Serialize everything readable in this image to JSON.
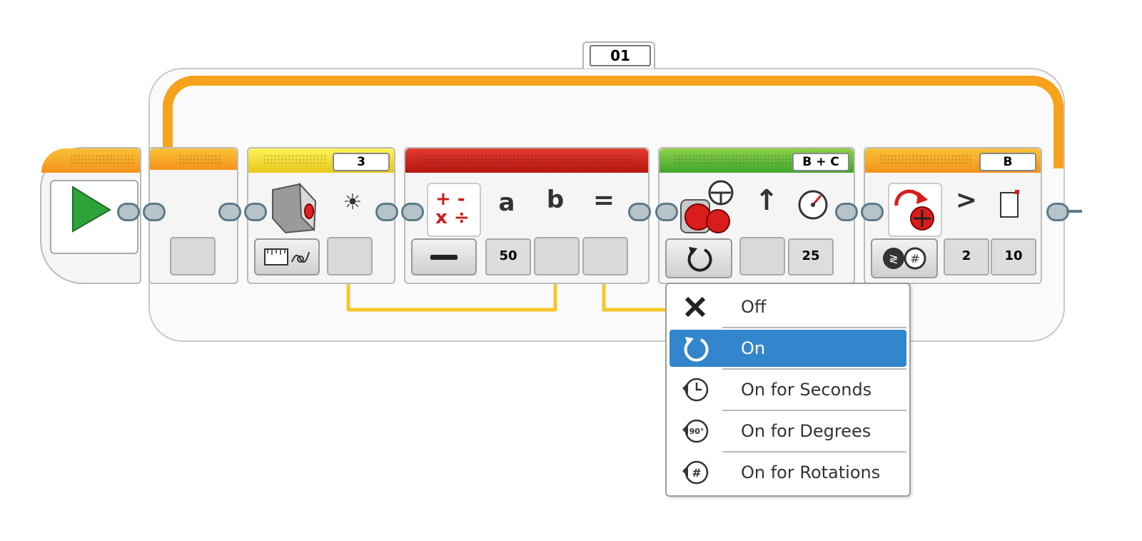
{
  "loop": {
    "label": "01"
  },
  "sensor_block": {
    "port": "3"
  },
  "math_block": {
    "input_a_label": "a",
    "input_b_label": "b",
    "equals_label": "=",
    "a_value": "50"
  },
  "move_block": {
    "ports": "B + C",
    "power_value": "25"
  },
  "compare_block": {
    "port": "B",
    "operator_label": ">",
    "value_a": "2",
    "value_b": "10"
  },
  "mode_menu": {
    "items": [
      {
        "label": "Off",
        "icon": "x-icon"
      },
      {
        "label": "On",
        "icon": "rotate-icon",
        "selected": true
      },
      {
        "label": "On for Seconds",
        "icon": "timer-icon"
      },
      {
        "label": "On for Degrees",
        "icon": "degrees-icon"
      },
      {
        "label": "On for Rotations",
        "icon": "rotations-icon"
      }
    ]
  },
  "colors": {
    "loop": "#f7a21b",
    "wire": "#f5c72a",
    "menu_selected": "#3486cc"
  }
}
